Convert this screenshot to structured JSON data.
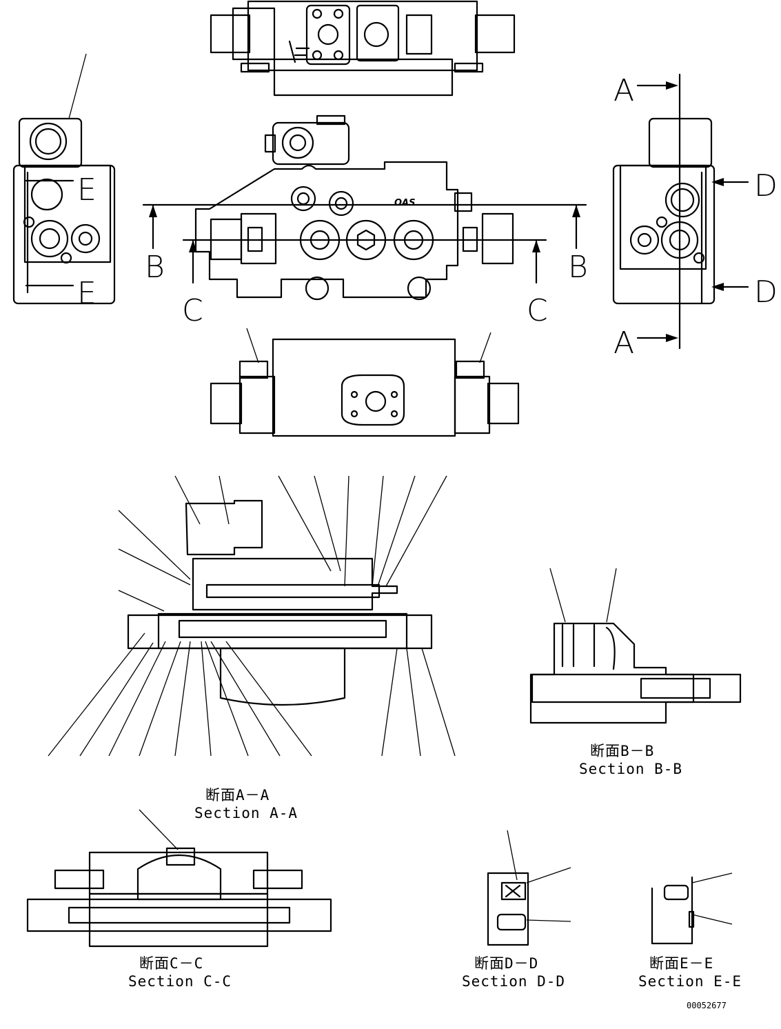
{
  "markers": {
    "A": "A",
    "B": "B",
    "C": "C",
    "D": "D",
    "E": "E"
  },
  "sections": {
    "aa_jp": "断面A－A",
    "aa_en": "Section A-A",
    "bb_jp": "断面B－B",
    "bb_en": "Section B-B",
    "cc_jp": "断面C－C",
    "cc_en": "Section C-C",
    "dd_jp": "断面D－D",
    "dd_en": "Section D-D",
    "ee_jp": "断面E－E",
    "ee_en": "Section E-E"
  },
  "front_view": {
    "logo": "OAS"
  },
  "drawing_number": "00052677"
}
